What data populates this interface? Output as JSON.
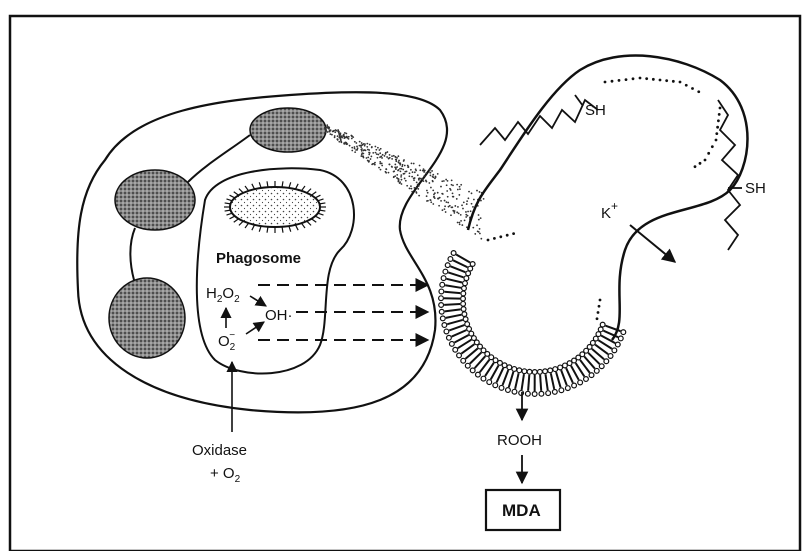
{
  "labels": {
    "sh_top": "SH",
    "sh_right": "SH",
    "k_ion": "K",
    "k_charge": "+",
    "phagosome": "Phagosome",
    "h2o2_h": "H",
    "h2o2_2a": "2",
    "h2o2_o": "O",
    "h2o2_2b": "2",
    "hydroxyl": "OH·",
    "superoxide_o": "O",
    "superoxide_sub": "2",
    "superoxide_charge": "−",
    "oxidase": "Oxidase",
    "plus_o": "+ O",
    "plus_o_sub": "2",
    "rooh": "ROOH",
    "mda": "MDA"
  },
  "colors": {
    "ink": "#111111",
    "stipple": "#555555",
    "granule": "#6b6b6b",
    "background": "#ffffff"
  }
}
